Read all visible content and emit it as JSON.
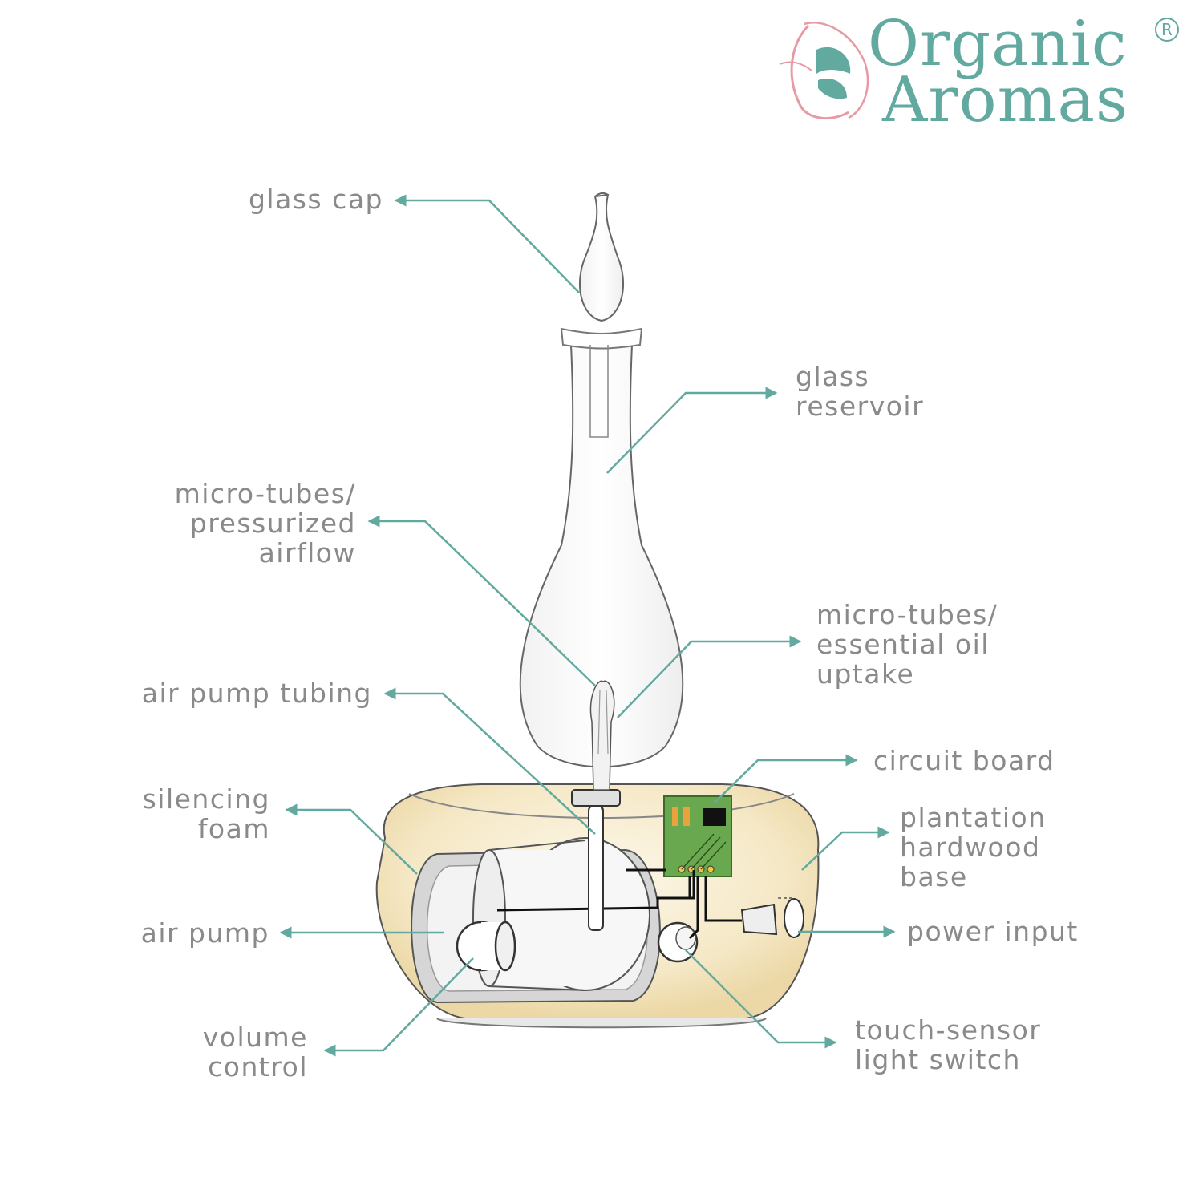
{
  "brand": {
    "line1": "Organic",
    "line2": "Aromas",
    "registered": "R",
    "colors": {
      "teal": "#62a9a0",
      "pink": "#e79aa4"
    }
  },
  "labels": {
    "glass_cap": "glass cap",
    "glass_reservoir": [
      "glass",
      "reservoir"
    ],
    "micro_tubes_airflow": [
      "micro-tubes/",
      "pressurized",
      "airflow"
    ],
    "micro_tubes_oil": [
      "micro-tubes/",
      "essential oil",
      "uptake"
    ],
    "air_pump_tubing": "air pump tubing",
    "circuit_board": "circuit board",
    "silencing_foam": [
      "silencing",
      "foam"
    ],
    "plantation_base": [
      "plantation",
      "hardwood",
      "base"
    ],
    "air_pump": "air pump",
    "power_input": "power input",
    "volume_control": [
      "volume",
      "control"
    ],
    "touch_sensor": [
      "touch-sensor",
      "light switch"
    ]
  },
  "colors": {
    "leader_line": "#62a9a0",
    "label_text": "#8a8a8a",
    "wood_base": "#f3e6c4",
    "circuit_board": "#6aa84f"
  }
}
